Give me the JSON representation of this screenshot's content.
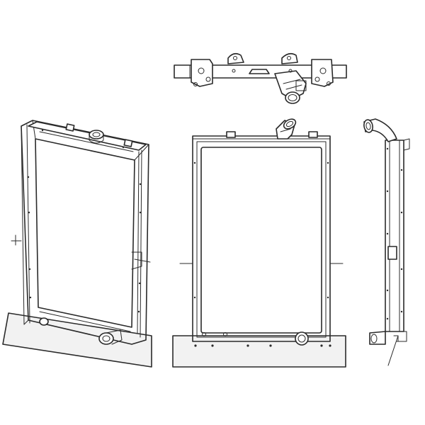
{
  "drawing": {
    "views": [
      {
        "id": "top-view"
      },
      {
        "id": "perspective-view"
      },
      {
        "id": "front-view"
      },
      {
        "id": "side-view"
      }
    ]
  },
  "colors": {
    "line": "#2a2a2a",
    "background": "#ffffff",
    "stand_fill": "#f2f2f2"
  }
}
